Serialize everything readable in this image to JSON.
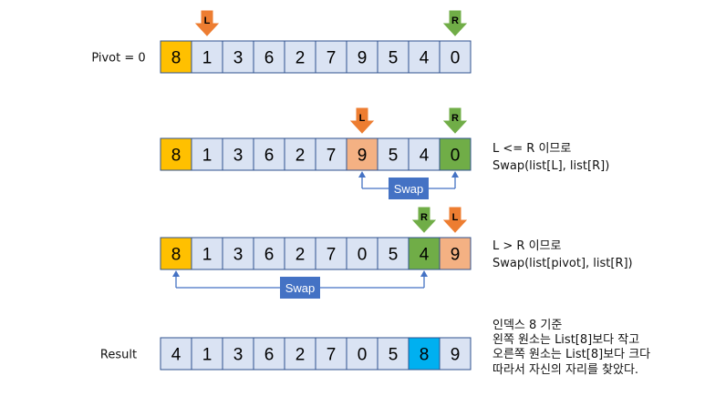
{
  "colors": {
    "cell_default": "#dae3f3",
    "cell_border": "#2f528f",
    "pivot": "#ffc000",
    "left_ptr": "#ed7d31",
    "right_ptr": "#70ad47",
    "highlight_left": "#f4b183",
    "highlight_right": "#70ad47",
    "final": "#00b0f0",
    "swap_box": "#4472c4",
    "swap_line": "#4472c4"
  },
  "steps": [
    {
      "label": "Pivot = 0",
      "values": [
        "8",
        "1",
        "3",
        "6",
        "2",
        "7",
        "9",
        "5",
        "4",
        "0"
      ],
      "highlights": {
        "0": "pivot"
      },
      "pointers": [
        {
          "text": "L",
          "kind": "left",
          "index": 1
        },
        {
          "text": "R",
          "kind": "right",
          "index": 9
        }
      ],
      "swap": null,
      "notes": []
    },
    {
      "label": "",
      "values": [
        "8",
        "1",
        "3",
        "6",
        "2",
        "7",
        "9",
        "5",
        "4",
        "0"
      ],
      "highlights": {
        "0": "pivot",
        "6": "highlight_left",
        "9": "highlight_right"
      },
      "pointers": [
        {
          "text": "L",
          "kind": "left",
          "index": 6
        },
        {
          "text": "R",
          "kind": "right",
          "index": 9
        }
      ],
      "swap": {
        "from": 6,
        "to": 9,
        "label": "Swap"
      },
      "notes": [
        "L <= R 이므로",
        "Swap(list[L], list[R])"
      ]
    },
    {
      "label": "",
      "values": [
        "8",
        "1",
        "3",
        "6",
        "2",
        "7",
        "0",
        "5",
        "4",
        "9"
      ],
      "highlights": {
        "0": "pivot",
        "8": "highlight_right",
        "9": "highlight_left"
      },
      "pointers": [
        {
          "text": "R",
          "kind": "right",
          "index": 8
        },
        {
          "text": "L",
          "kind": "left",
          "index": 9
        }
      ],
      "swap": {
        "from": 0,
        "to": 8,
        "label": "Swap"
      },
      "notes": [
        "L > R 이므로",
        "Swap(list[pivot], list[R])"
      ]
    },
    {
      "label": "Result",
      "values": [
        "4",
        "1",
        "3",
        "6",
        "2",
        "7",
        "0",
        "5",
        "8",
        "9"
      ],
      "highlights": {
        "8": "final"
      },
      "pointers": [],
      "swap": null,
      "notes": [
        "인덱스 8 기준",
        "왼쪽 원소는 List[8]보다 작고",
        "오른쪽 원소는 List[8]보다 크다",
        "따라서 자신의 자리를 찾았다."
      ]
    }
  ]
}
